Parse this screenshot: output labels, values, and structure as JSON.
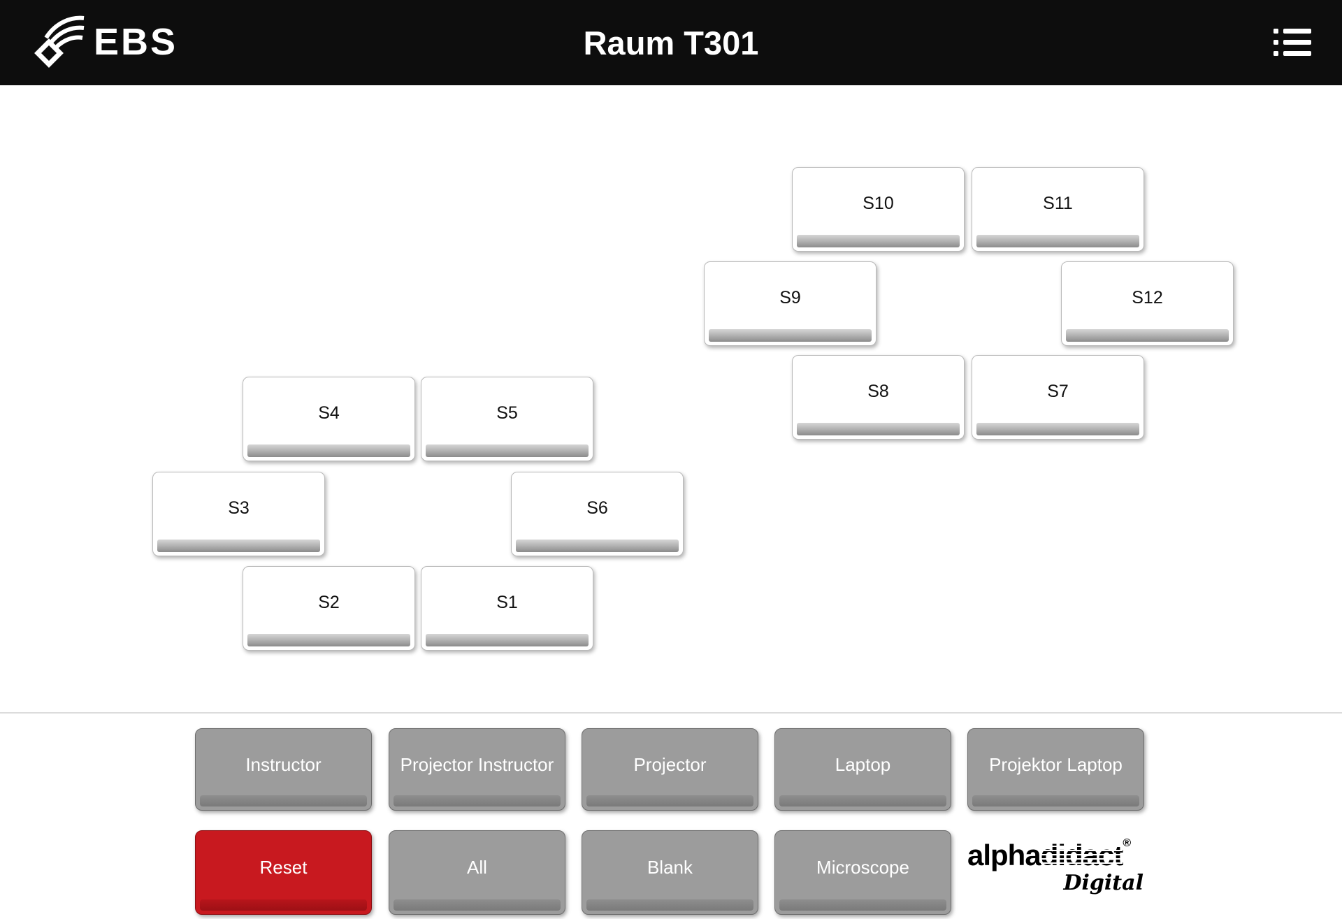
{
  "header": {
    "title": "Raum T301",
    "logo_text": "EBS"
  },
  "seats": [
    {
      "label": "S10"
    },
    {
      "label": "S11"
    },
    {
      "label": "S9"
    },
    {
      "label": "S12"
    },
    {
      "label": "S8"
    },
    {
      "label": "S7"
    },
    {
      "label": "S4"
    },
    {
      "label": "S5"
    },
    {
      "label": "S3"
    },
    {
      "label": "S6"
    },
    {
      "label": "S2"
    },
    {
      "label": "S1"
    }
  ],
  "controls": {
    "instructor": "Instructor",
    "projector_instructor": "Projector Instructor",
    "projector": "Projector",
    "laptop": "Laptop",
    "projektor_laptop": "Projektor Laptop",
    "reset": "Reset",
    "all": "All",
    "blank": "Blank",
    "microscope": "Microscope"
  },
  "branding": {
    "alpha": "alpha",
    "didact": "didact",
    "registered": "®",
    "digital": "Digital"
  },
  "colors": {
    "header_bg": "#0d0d0d",
    "reset_red": "#c8191f",
    "button_gray": "#9c9c9c"
  }
}
